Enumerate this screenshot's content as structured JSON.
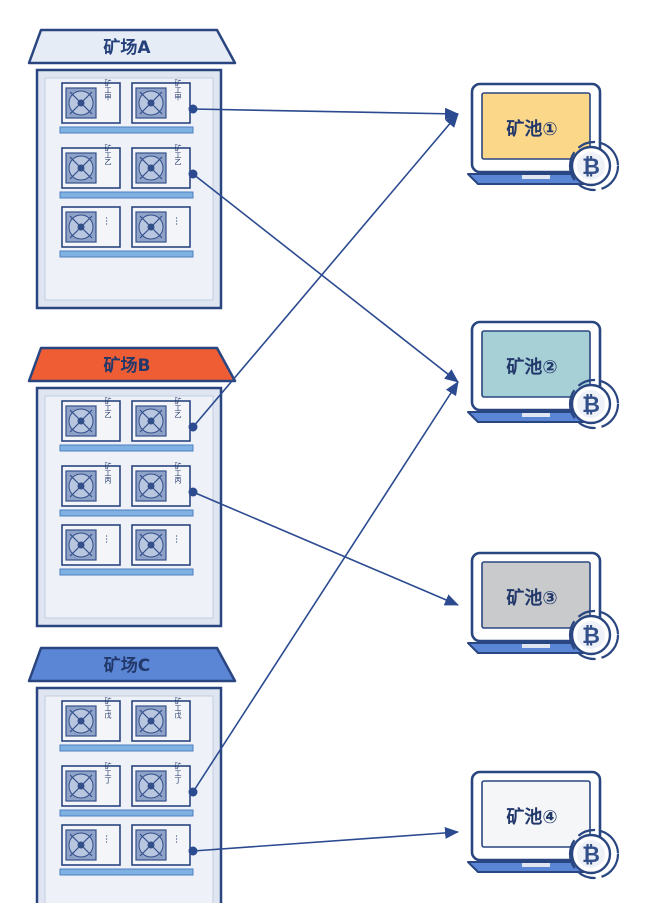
{
  "colors": {
    "navy": "#2a4680",
    "frame": "#dfe6f1",
    "slot": "#f3f5f8",
    "shelf": "#7fb2e2",
    "fan": "#8fa2c8",
    "fan_dark": "#34508a",
    "arrow": "#2b4a90"
  },
  "farms": [
    {
      "name": "矿场A",
      "roof_color": "#e6ecf6",
      "text_color": "#243f79",
      "rows": [
        [
          "矿工甲",
          "矿工甲"
        ],
        [
          "矿工乙",
          "矿工乙"
        ],
        [
          "…",
          "…"
        ]
      ]
    },
    {
      "name": "矿场B",
      "roof_color": "#ee5d33",
      "text_color": "#243f79",
      "rows": [
        [
          "矿工乙",
          "矿工乙"
        ],
        [
          "矿工丙",
          "矿工丙"
        ],
        [
          "…",
          "…"
        ]
      ]
    },
    {
      "name": "矿场C",
      "roof_color": "#5b86d6",
      "text_color": "#243f79",
      "rows": [
        [
          "矿工戊",
          "矿工戊"
        ],
        [
          "矿工丁",
          "矿工丁"
        ],
        [
          "…",
          "…"
        ]
      ]
    }
  ],
  "pools": [
    {
      "name": "矿池①",
      "screen_color": "#fbd78a",
      "coin_icon": "bitcoin-coin-icon"
    },
    {
      "name": "矿池②",
      "screen_color": "#a7cfd6",
      "coin_icon": "bitcoin-coin-icon"
    },
    {
      "name": "矿池③",
      "screen_color": "#c9cacc",
      "coin_icon": "bitcoin-coin-icon"
    },
    {
      "name": "矿池④",
      "screen_color": "#f5f6f8",
      "coin_icon": "bitcoin-coin-icon"
    }
  ],
  "coin_symbol": "₿",
  "connections": [
    {
      "farm": 0,
      "row": 0,
      "pool": 0
    },
    {
      "farm": 0,
      "row": 1,
      "pool": 1
    },
    {
      "farm": 1,
      "row": 0,
      "pool": 0
    },
    {
      "farm": 1,
      "row": 1,
      "pool": 2
    },
    {
      "farm": 2,
      "row": 1,
      "pool": 1
    },
    {
      "farm": 2,
      "row": 2,
      "pool": 3
    }
  ]
}
